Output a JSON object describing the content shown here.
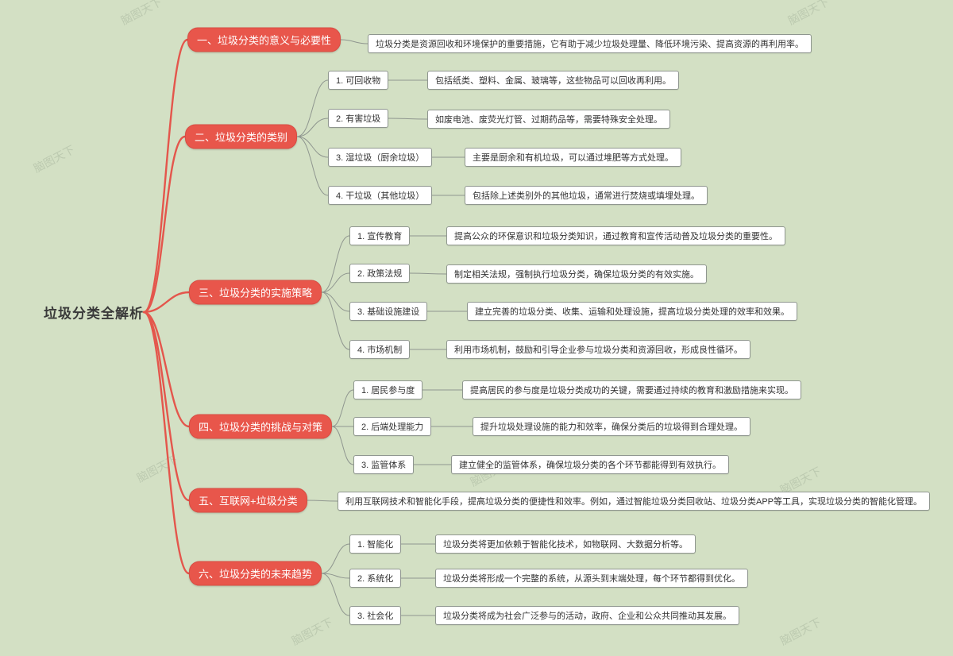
{
  "watermark": "脑图天下",
  "root": {
    "label": "垃圾分类全解析"
  },
  "branches": [
    {
      "label": "一、垃圾分类的意义与必要性",
      "detail": "垃圾分类是资源回收和环境保护的重要措施，它有助于减少垃圾处理量、降低环境污染、提高资源的再利用率。"
    },
    {
      "label": "二、垃圾分类的类别",
      "children": [
        {
          "label": "1. 可回收物",
          "detail": "包括纸类、塑料、金属、玻璃等，这些物品可以回收再利用。"
        },
        {
          "label": "2. 有害垃圾",
          "detail": "如废电池、废荧光灯管、过期药品等，需要特殊安全处理。"
        },
        {
          "label": "3. 湿垃圾（厨余垃圾）",
          "detail": "主要是厨余和有机垃圾，可以通过堆肥等方式处理。"
        },
        {
          "label": "4. 干垃圾（其他垃圾）",
          "detail": "包括除上述类别外的其他垃圾，通常进行焚烧或填埋处理。"
        }
      ]
    },
    {
      "label": "三、垃圾分类的实施策略",
      "children": [
        {
          "label": "1. 宣传教育",
          "detail": "提高公众的环保意识和垃圾分类知识，通过教育和宣传活动普及垃圾分类的重要性。"
        },
        {
          "label": "2. 政策法规",
          "detail": "制定相关法规，强制执行垃圾分类，确保垃圾分类的有效实施。"
        },
        {
          "label": "3. 基础设施建设",
          "detail": "建立完善的垃圾分类、收集、运输和处理设施，提高垃圾分类处理的效率和效果。"
        },
        {
          "label": "4. 市场机制",
          "detail": "利用市场机制，鼓励和引导企业参与垃圾分类和资源回收，形成良性循环。"
        }
      ]
    },
    {
      "label": "四、垃圾分类的挑战与对策",
      "children": [
        {
          "label": "1. 居民参与度",
          "detail": "提高居民的参与度是垃圾分类成功的关键，需要通过持续的教育和激励措施来实现。"
        },
        {
          "label": "2. 后端处理能力",
          "detail": "提升垃圾处理设施的能力和效率，确保分类后的垃圾得到合理处理。"
        },
        {
          "label": "3. 监管体系",
          "detail": "建立健全的监管体系，确保垃圾分类的各个环节都能得到有效执行。"
        }
      ]
    },
    {
      "label": "五、互联网+垃圾分类",
      "detail": "利用互联网技术和智能化手段，提高垃圾分类的便捷性和效率。例如，通过智能垃圾分类回收站、垃圾分类APP等工具，实现垃圾分类的智能化管理。"
    },
    {
      "label": "六、垃圾分类的未来趋势",
      "children": [
        {
          "label": "1. 智能化",
          "detail": "垃圾分类将更加依赖于智能化技术，如物联网、大数据分析等。"
        },
        {
          "label": "2. 系统化",
          "detail": "垃圾分类将形成一个完整的系统，从源头到末端处理，每个环节都得到优化。"
        },
        {
          "label": "3. 社会化",
          "detail": "垃圾分类将成为社会广泛参与的活动，政府、企业和公众共同推动其发展。"
        }
      ]
    }
  ],
  "colors": {
    "background": "#d3e0c4",
    "branch_fill": "#e8564b",
    "red_line": "#e4564c",
    "grey_line": "#8f968f"
  }
}
